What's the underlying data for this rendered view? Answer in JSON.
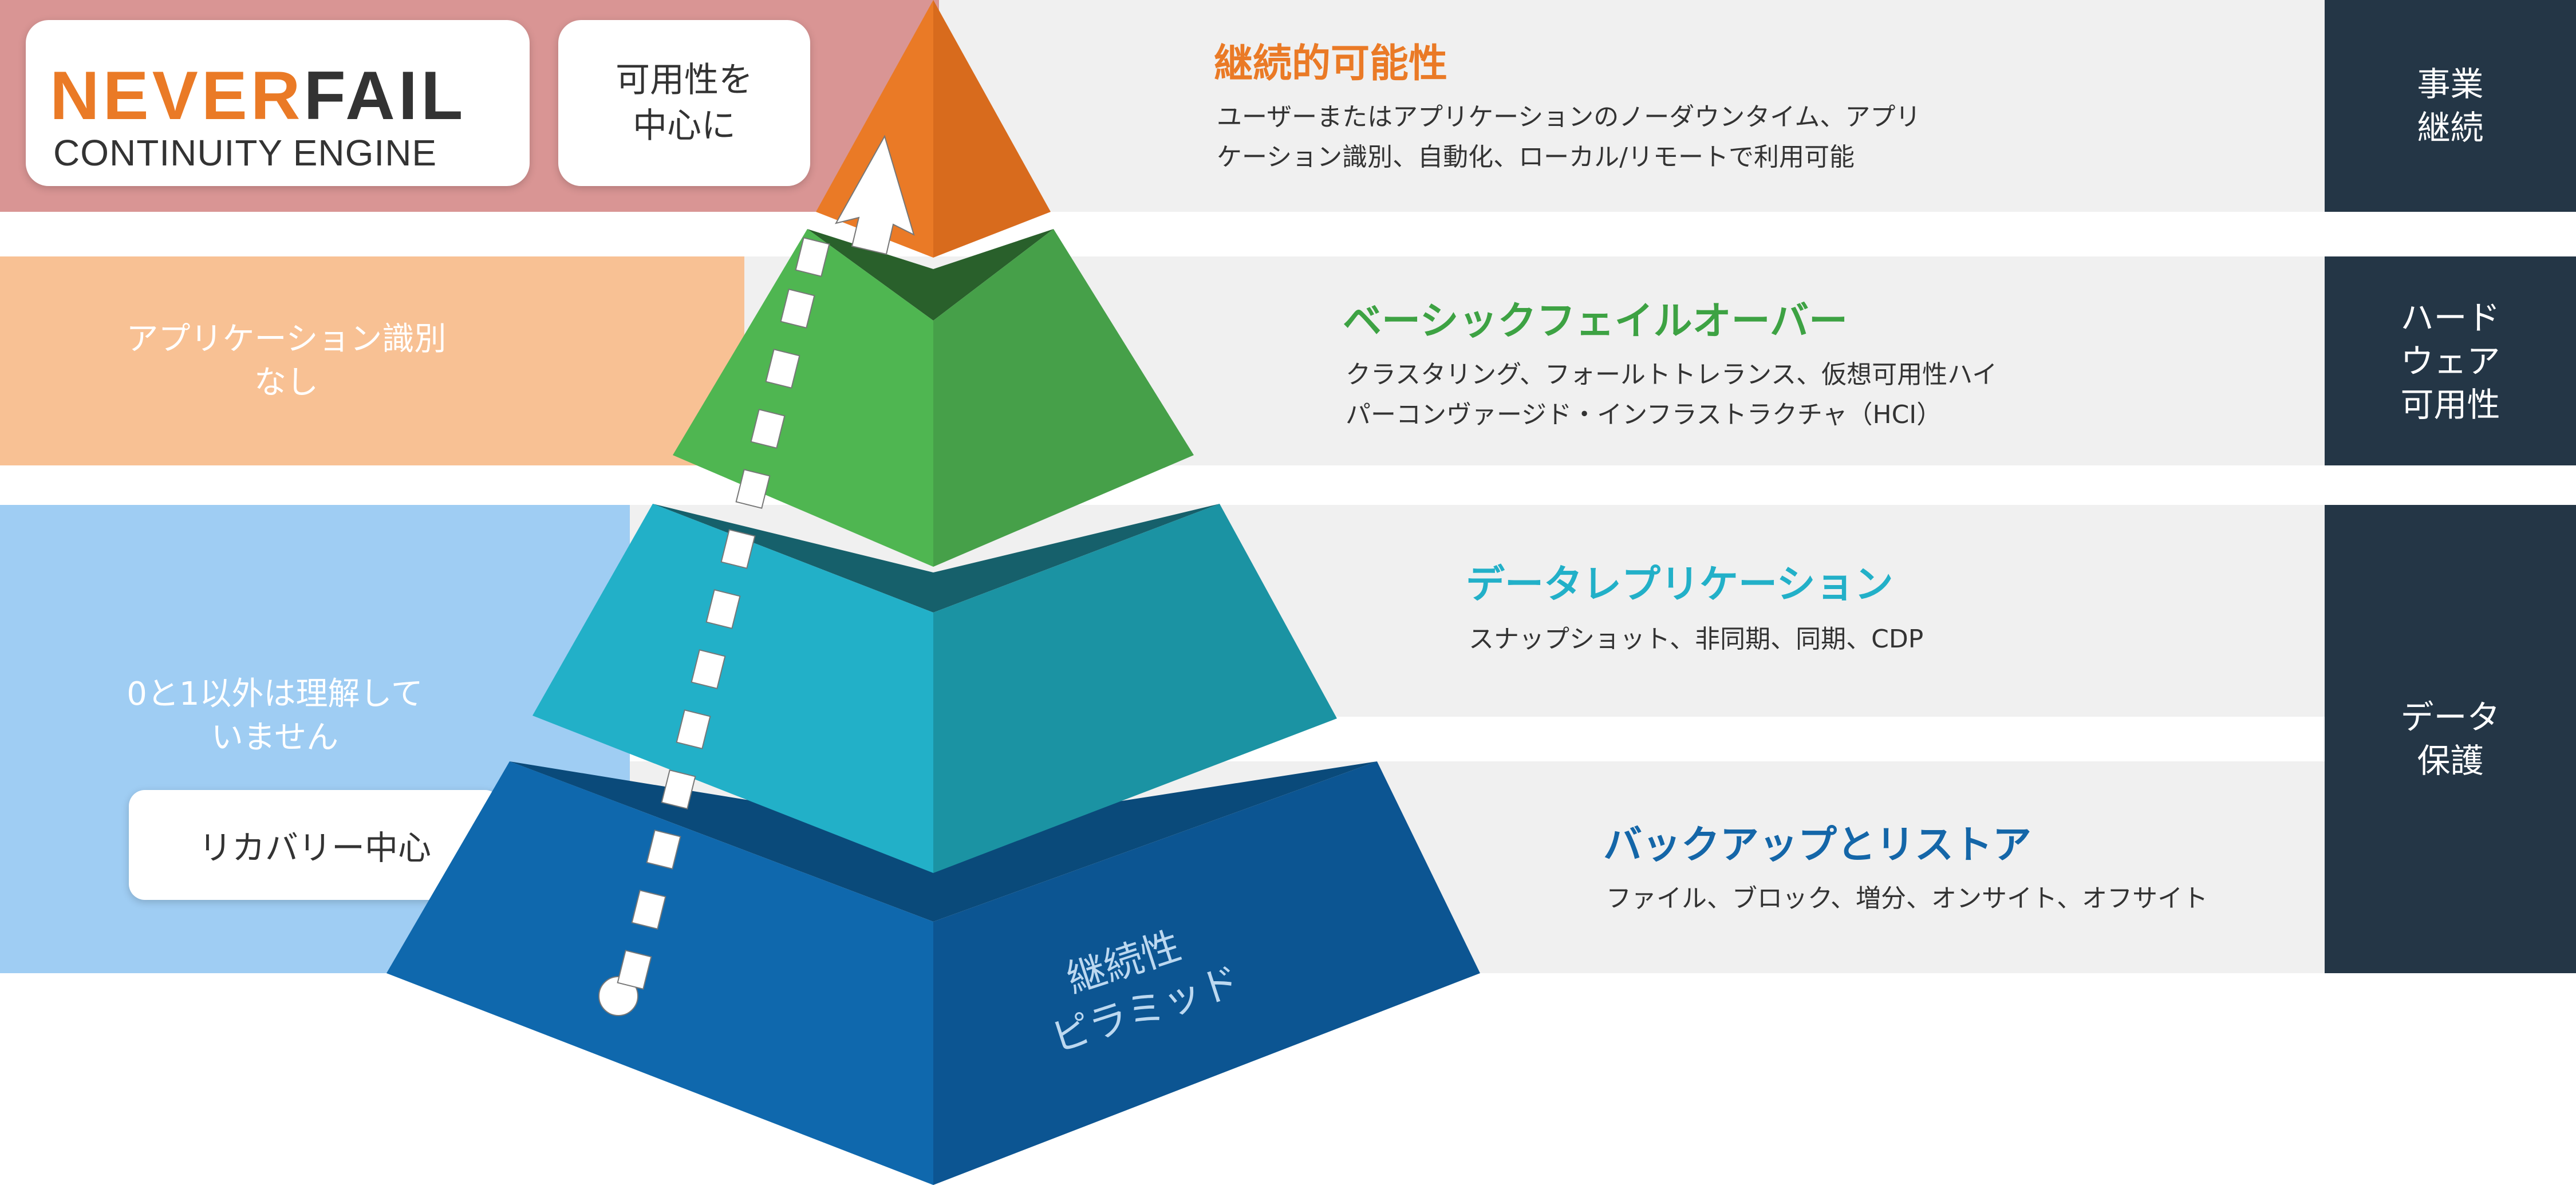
{
  "logo": {
    "never": "NEVER",
    "fail": "FAIL",
    "subtitle": "CONTINUITY ENGINE"
  },
  "left": {
    "availability_card": "可用性を\n中心に",
    "app_none": "アプリケーション識別\nなし",
    "binary": "0と1以外は理解して\nいません",
    "recovery_card": "リカバリー中心"
  },
  "tiers": [
    {
      "title": "継続的可能性",
      "desc": "ユーザーまたはアプリケーションのノーダウンタイム、アプリ\nケーション識別、自動化、ローカル/リモートで利用可能",
      "color": "#ea7a26"
    },
    {
      "title": "ベーシックフェイルオーバー",
      "desc": "クラスタリング、フォールトトレランス、仮想可用性ハイ\nパーコンヴァージド・インフラストラクチャ（HCI）",
      "color": "#3da243"
    },
    {
      "title": "データレプリケーション",
      "desc": "スナップショット、非同期、同期、CDP",
      "color": "#22b0c8"
    },
    {
      "title": "バックアップとリストア",
      "desc": "ファイル、ブロック、増分、オンサイト、オフサイト",
      "color": "#1466a8"
    }
  ],
  "right": {
    "business": "事業\n継続",
    "hardware": "ハード\nウェア\n可用性",
    "data": "データ\n保護"
  },
  "pyramid_label": "継続性\nピラミッド",
  "colors": {
    "orange": "#ea7a26",
    "green": "#4fb651",
    "teal": "#22b0c8",
    "blue": "#0f68ad",
    "navy": "#243646",
    "pink_band": "#d99594",
    "peach_band": "#f8c194",
    "lightblue_band": "#9fcdf3",
    "gray_band": "#f0f0f0"
  }
}
